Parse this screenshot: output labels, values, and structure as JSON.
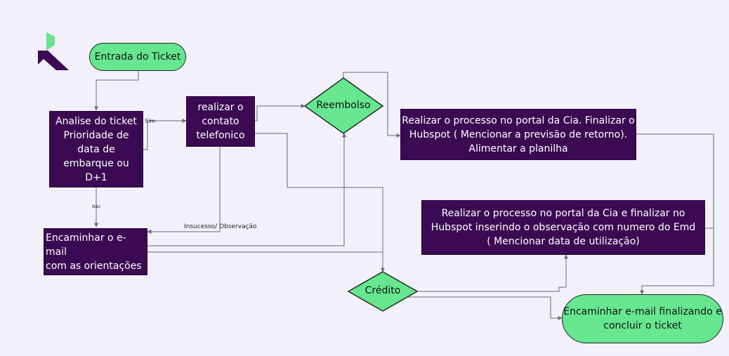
{
  "nodes": {
    "start": "Entrada do Ticket",
    "analyze": "Analise do ticket\nPrioridade de\ndata de\nembarque  ou\nD+1",
    "contact": "realizar o\ncontato\ntelefonico",
    "refund": "Reembolso",
    "portal_refund": "Realizar o processo no portal da Cia. Finalizar o\nHubspot ( Mencionar a previsão de retorno).\nAlimentar a planilha",
    "portal_credit": "Realizar o processo no portal da Cia e finalizar no\nHubspot inserindo o observação com numero do Emd\n( Mencionar data de utilização)",
    "email_guidance": "Encaminhar o e-mail\ncom as orientações",
    "credit": "Crédito",
    "finish": "Encaminhar e-mail finalizando e\nconcluir o ticket"
  },
  "edge_labels": {
    "yes": "Sim",
    "no": "Não",
    "failure": "Insucesso/ Observação"
  },
  "colors": {
    "process": "#3b0a52",
    "terminal": "#65e68f",
    "decision": "#65e68f",
    "logo_green": "#65e68f",
    "logo_purple": "#3b0a52",
    "connector": "#6a6a6a",
    "background": "#f2f1fb"
  }
}
